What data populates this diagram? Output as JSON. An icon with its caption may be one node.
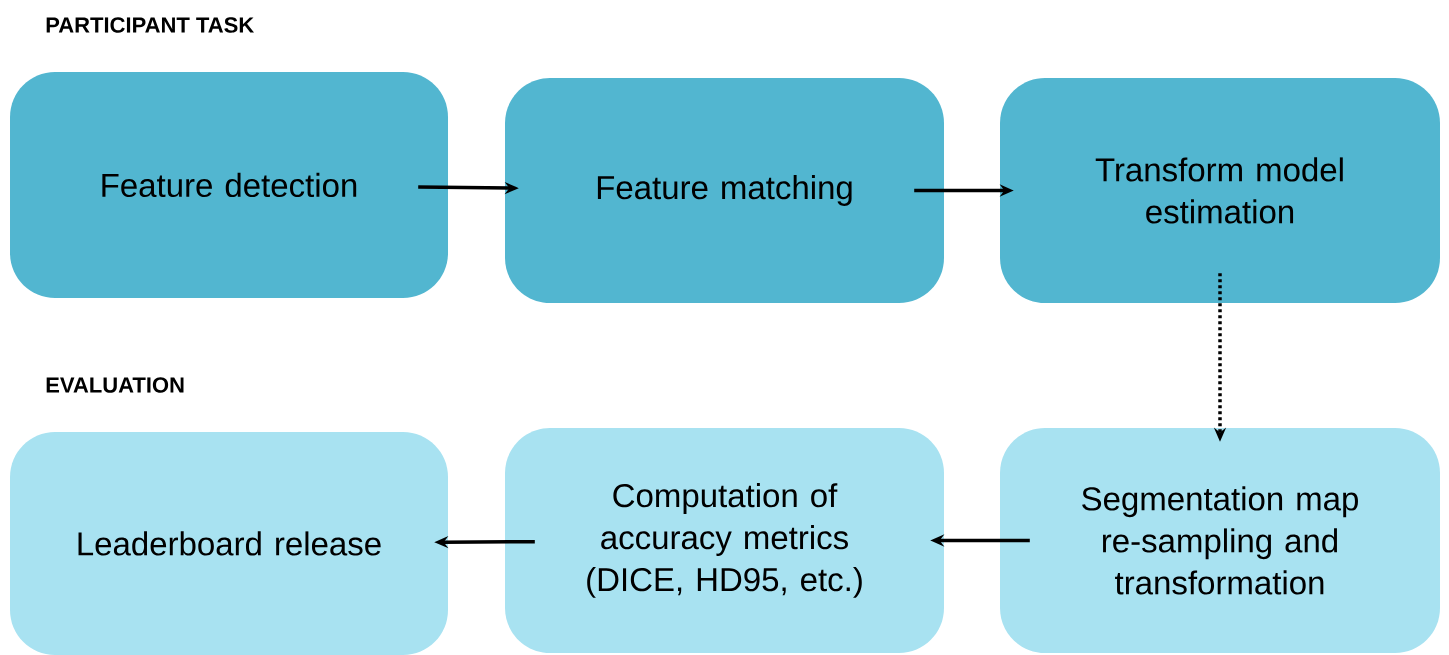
{
  "diagram": {
    "nodes": [
      {
        "text": [
          "Feature detection"
        ]
      },
      {
        "text": [
          "Feature matching"
        ]
      },
      {
        "text": [
          "Transform model estimation"
        ]
      },
      {
        "text": [
          "Leaderboard release"
        ]
      },
      {
        "text": [
          "Computation of accuracy metrics (DICE, HD95, etc.)"
        ]
      },
      {
        "text": [
          "Segmentation map re-sampling and transformation"
        ]
      }
    ],
    "edges": [
      {
        "from": 0,
        "to": 1,
        "arrow": "to"
      },
      {
        "from": 1,
        "to": 2,
        "arrow": "to"
      },
      {
        "from": 2,
        "to": 5,
        "arrow": "to",
        "style": "dashed"
      },
      {
        "from": 5,
        "to": 4,
        "arrow": "to"
      },
      {
        "from": 4,
        "to": 3,
        "arrow": "to"
      }
    ],
    "labels": [
      "PARTICIPANT TASK",
      "EVALUATION"
    ]
  }
}
